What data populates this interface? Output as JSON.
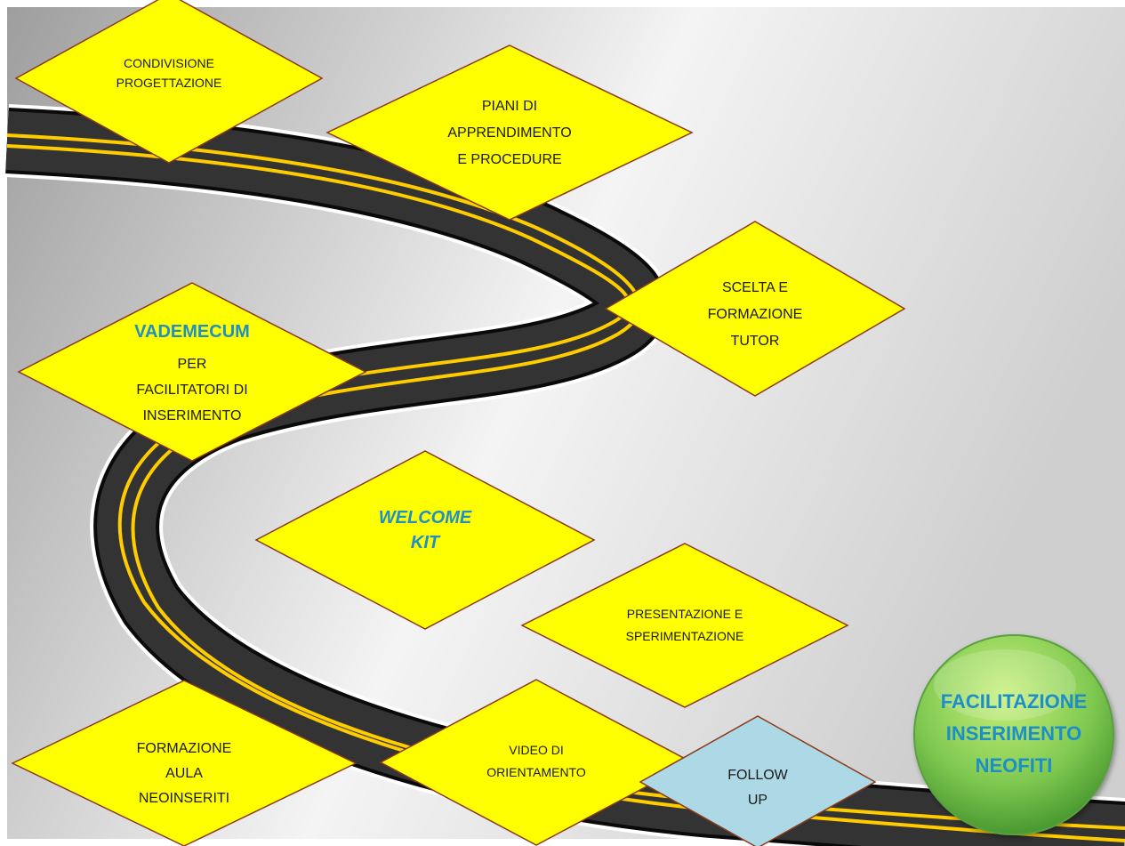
{
  "diagram": {
    "colors": {
      "diamond_fill": "#ffff00",
      "diamond_stroke": "#8b3a1a",
      "followup_fill": "#add8e6",
      "road": "#333333",
      "lane_line": "#ffcc00",
      "accent_text": "#1f8fc6",
      "goal_circle": "#7ec850"
    },
    "steps": [
      {
        "id": "condivisione",
        "lines": [
          "CONDIVISIONE",
          "PROGETTAZIONE"
        ]
      },
      {
        "id": "piani",
        "lines": [
          "PIANI DI",
          "APPRENDIMENTO",
          "E PROCEDURE"
        ]
      },
      {
        "id": "scelta",
        "lines": [
          "SCELTA E",
          "FORMAZIONE",
          "TUTOR"
        ]
      },
      {
        "id": "vademecum",
        "title": "VADEMECUM",
        "lines": [
          "PER",
          "FACILITATORI DI",
          "INSERIMENTO"
        ]
      },
      {
        "id": "welcome",
        "title_lines": [
          "WELCOME",
          "KIT"
        ]
      },
      {
        "id": "presentazione",
        "lines": [
          "PRESENTAZIONE E",
          "SPERIMENTAZIONE"
        ]
      },
      {
        "id": "formazione",
        "lines": [
          "FORMAZIONE",
          "AULA",
          "NEOINSERITI"
        ]
      },
      {
        "id": "video",
        "lines": [
          "VIDEO DI",
          "ORIENTAMENTO"
        ]
      },
      {
        "id": "followup",
        "lines": [
          "FOLLOW",
          "UP"
        ]
      }
    ],
    "goal": {
      "lines": [
        "FACILITAZIONE",
        "INSERIMENTO",
        "NEOFITI"
      ]
    }
  }
}
